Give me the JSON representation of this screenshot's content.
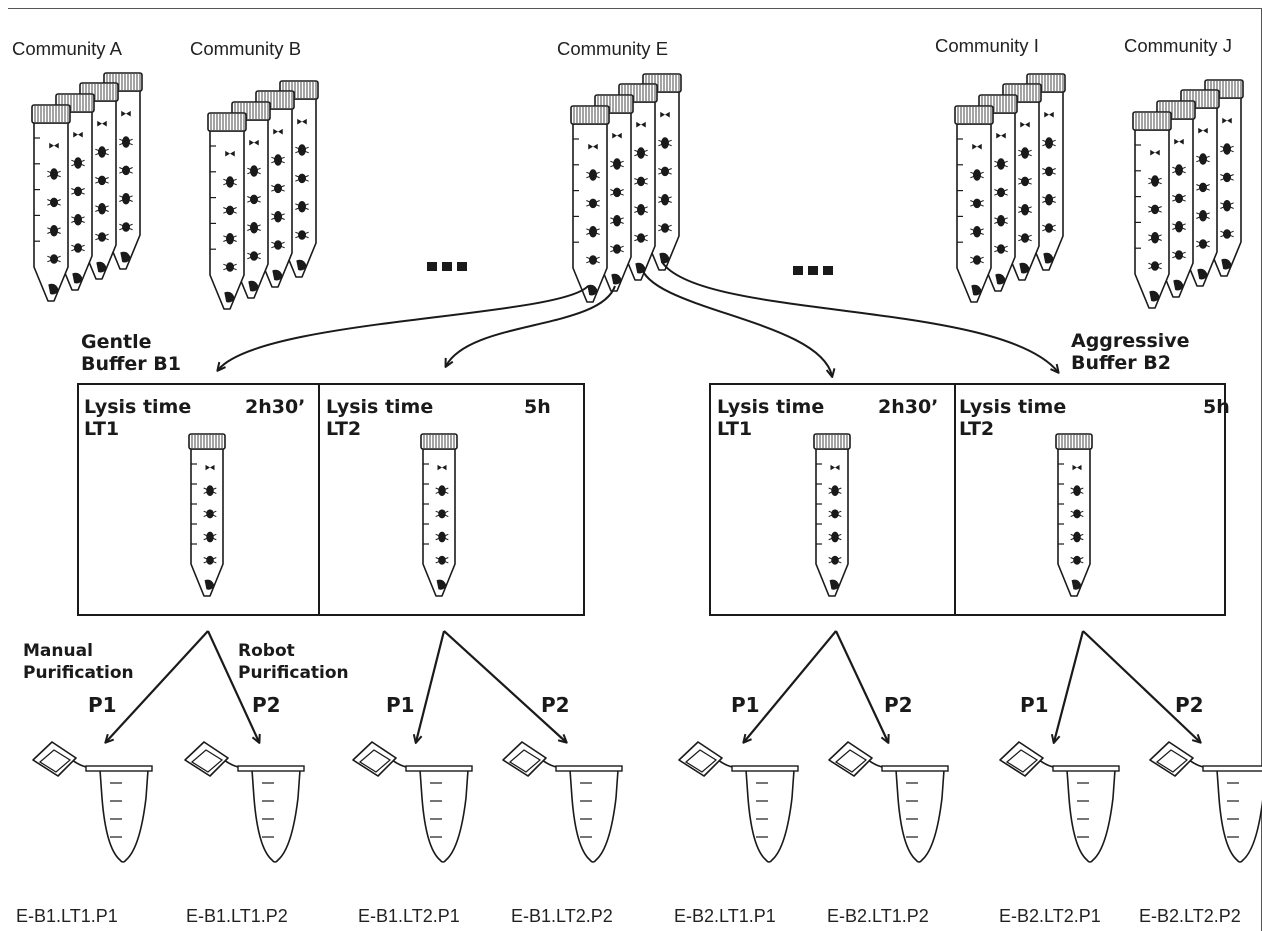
{
  "communities": [
    {
      "label": "Community A"
    },
    {
      "label": "Community B"
    },
    {
      "label": "Community E"
    },
    {
      "label": "Community I"
    },
    {
      "label": "Community J"
    }
  ],
  "buffers": {
    "b1": {
      "line1": "Gentle",
      "line2": "Buffer B1"
    },
    "b2": {
      "line1": "Aggressive",
      "line2": "Buffer B2"
    }
  },
  "lysis_panels": [
    {
      "title": "Lysis time",
      "code": "LT1",
      "duration": "2h30’"
    },
    {
      "title": "Lysis time",
      "code": "LT2",
      "duration": "5h"
    },
    {
      "title": "Lysis time",
      "code": "LT1",
      "duration": "2h30’"
    },
    {
      "title": "Lysis time",
      "code": "LT2",
      "duration": "5h"
    }
  ],
  "purification": {
    "manual": {
      "line1": "Manual",
      "line2": "Purification"
    },
    "robot": {
      "line1": "Robot",
      "line2": "Purification"
    },
    "p1": "P1",
    "p2": "P2"
  },
  "samples": [
    "E-B1.LT1.P1",
    "E-B1.LT1.P2",
    "E-B1.LT2.P1",
    "E-B1.LT2.P2",
    "E-B2.LT1.P1",
    "E-B2.LT1.P2",
    "E-B2.LT2.P1",
    "E-B2.LT2.P2"
  ],
  "colors": {
    "ink": "#1a1a1a",
    "line": "#555555",
    "background": "#ffffff"
  }
}
